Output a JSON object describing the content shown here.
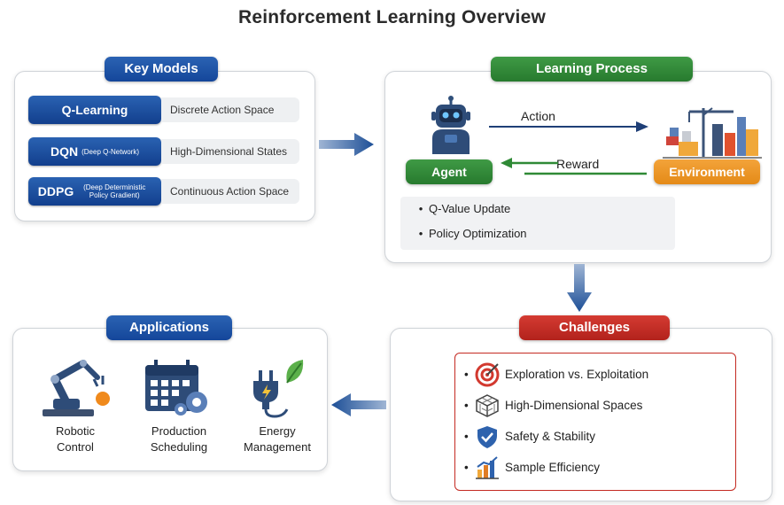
{
  "title": "Reinforcement Learning Overview",
  "key_models": {
    "header": "Key Models",
    "rows": [
      {
        "name": "Q-Learning",
        "detail": "",
        "desc": "Discrete Action Space"
      },
      {
        "name": "DQN",
        "detail": "(Deep Q-Network)",
        "desc": "High-Dimensional States"
      },
      {
        "name": "DDPG",
        "detail": "(Deep Deterministic Policy Gradient)",
        "desc": "Continuous Action Space"
      }
    ]
  },
  "learning_process": {
    "header": "Learning Process",
    "agent": "Agent",
    "environment": "Environment",
    "action": "Action",
    "reward": "Reward",
    "bullets": [
      "Q-Value Update",
      "Policy Optimization"
    ]
  },
  "challenges": {
    "header": "Challenges",
    "items": [
      "Exploration vs. Exploitation",
      "High-Dimensional Spaces",
      "Safety & Stability",
      "Sample Efficiency"
    ]
  },
  "applications": {
    "header": "Applications",
    "items": [
      {
        "line1": "Robotic",
        "line2": "Control"
      },
      {
        "line1": "Production",
        "line2": "Scheduling"
      },
      {
        "line1": "Energy",
        "line2": "Management"
      }
    ]
  },
  "colors": {
    "blue": "#1a4fa3",
    "green": "#2f8a36",
    "red": "#c42a22",
    "orange": "#ee9425"
  }
}
